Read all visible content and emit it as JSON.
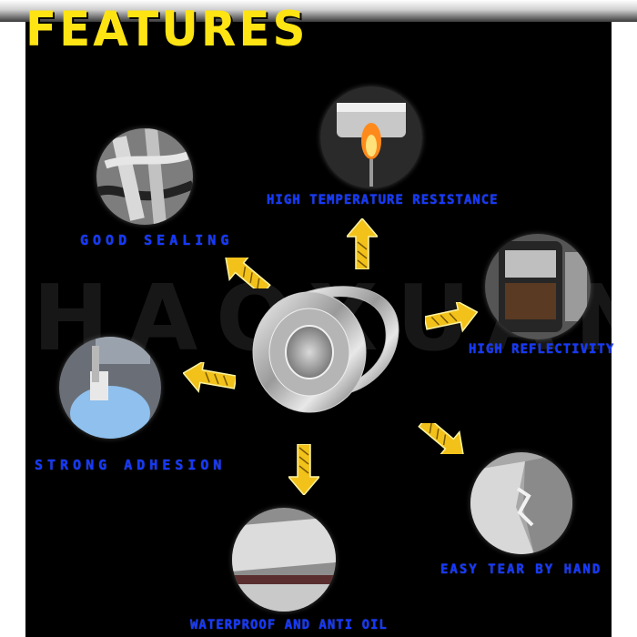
{
  "title": "FEATURES",
  "watermark": "HAOXUAN",
  "features": [
    {
      "label": "HIGH TEMPERATURE RESISTANCE",
      "icon": "flame-on-foil-photo"
    },
    {
      "label": "GOOD SEALING",
      "icon": "wrapped-pipes-photo"
    },
    {
      "label": "HIGH REFLECTIVITY",
      "icon": "phone-internals-photo"
    },
    {
      "label": "STRONG ADHESION",
      "icon": "water-jug-lift-photo"
    },
    {
      "label": "EASY TEAR BY HAND",
      "icon": "torn-foil-photo"
    },
    {
      "label": "WATERPROOF AND ANTI OIL",
      "icon": "sealed-pipe-photo"
    }
  ],
  "colors": {
    "title": "#ffe414",
    "label": "#1538ff",
    "arrow": "#f2c21a",
    "background": "#000000"
  }
}
